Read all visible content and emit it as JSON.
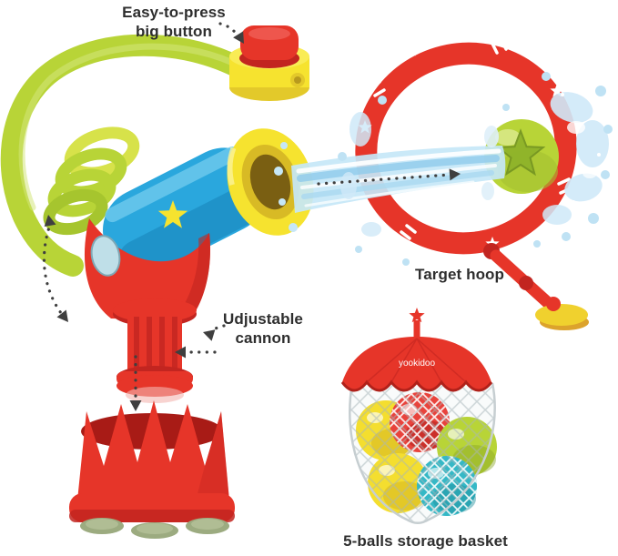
{
  "labels": {
    "big_button": {
      "line1": "Easy-to-press",
      "line2": "big button"
    },
    "adjustable_cannon": {
      "line1": "Udjustable",
      "line2": "cannon"
    },
    "target_hoop": "Target hoop",
    "storage_basket": "5-balls storage basket",
    "canopy_brand": "yookidoo"
  },
  "palette": {
    "red": "#e63529",
    "dark_red": "#c22520",
    "yellow": "#f6e32f",
    "dark_yellow": "#d8ba25",
    "lime_green": "#b8d437",
    "blue": "#2aa7dd",
    "teal": "#35b8c6",
    "water_light": "#c6e7f7",
    "water_mid": "#8ecbeb",
    "label_text": "#2e2e2e",
    "arrow": "#3f3f3f"
  },
  "basket": {
    "ball_colors": [
      "yellow",
      "red",
      "green",
      "yellow",
      "teal"
    ]
  }
}
